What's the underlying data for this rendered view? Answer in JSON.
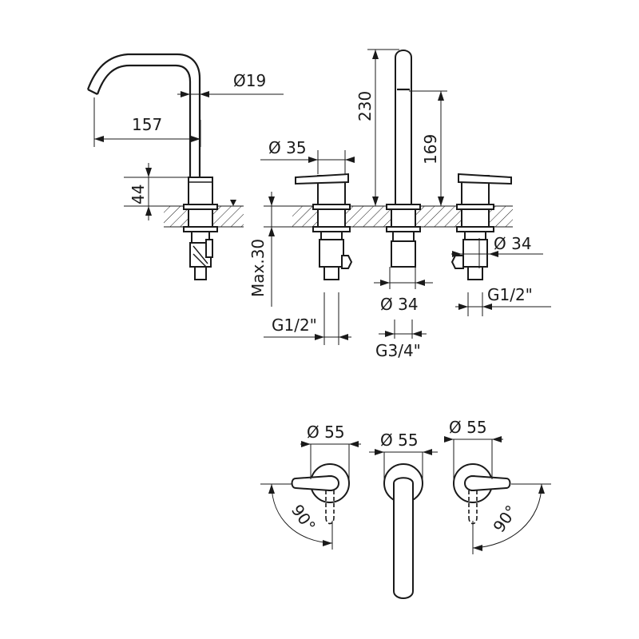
{
  "dimensions": {
    "spout_reach": "157",
    "spout_diameter": "Ø19",
    "spout_height": "230",
    "outlet_height": "169",
    "handle_diameter": "Ø 35",
    "base_height": "44",
    "max_deck": "Max.30",
    "right_shank": "Ø 34",
    "center_shank": "Ø 34",
    "right_thread": "G1/2\"",
    "left_thread": "G1/2\"",
    "center_thread": "G3/4\"",
    "plate_left": "Ø 55",
    "plate_center": "Ø 55",
    "plate_right": "Ø 55",
    "rotation_left": "90°",
    "rotation_right": "90°"
  }
}
